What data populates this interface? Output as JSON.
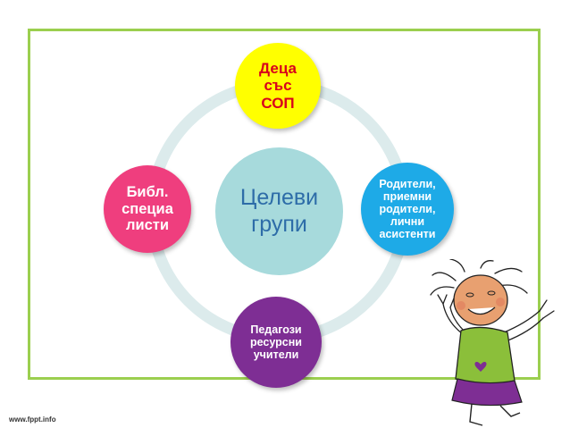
{
  "diagram": {
    "center": {
      "label": "Целеви\nгрупи"
    },
    "nodes": {
      "top": {
        "label": "Деца\nсъс\nСОП"
      },
      "right": {
        "label": "Родители,\nприемни\nродители,\nлични\nасистенти"
      },
      "bottom": {
        "label": "Педагози\nресурсни\nучители"
      },
      "left": {
        "label": "Библ.\nспециа\nлисти"
      }
    }
  },
  "footer": {
    "text": "www.fppt.info"
  },
  "colors": {
    "frame": "#9bcf4f",
    "ring": "#dcebec",
    "center": "#a7dadc",
    "top": "#ffff00",
    "right": "#1eaae7",
    "bottom": "#7e2e94",
    "left": "#ef3e7e"
  }
}
